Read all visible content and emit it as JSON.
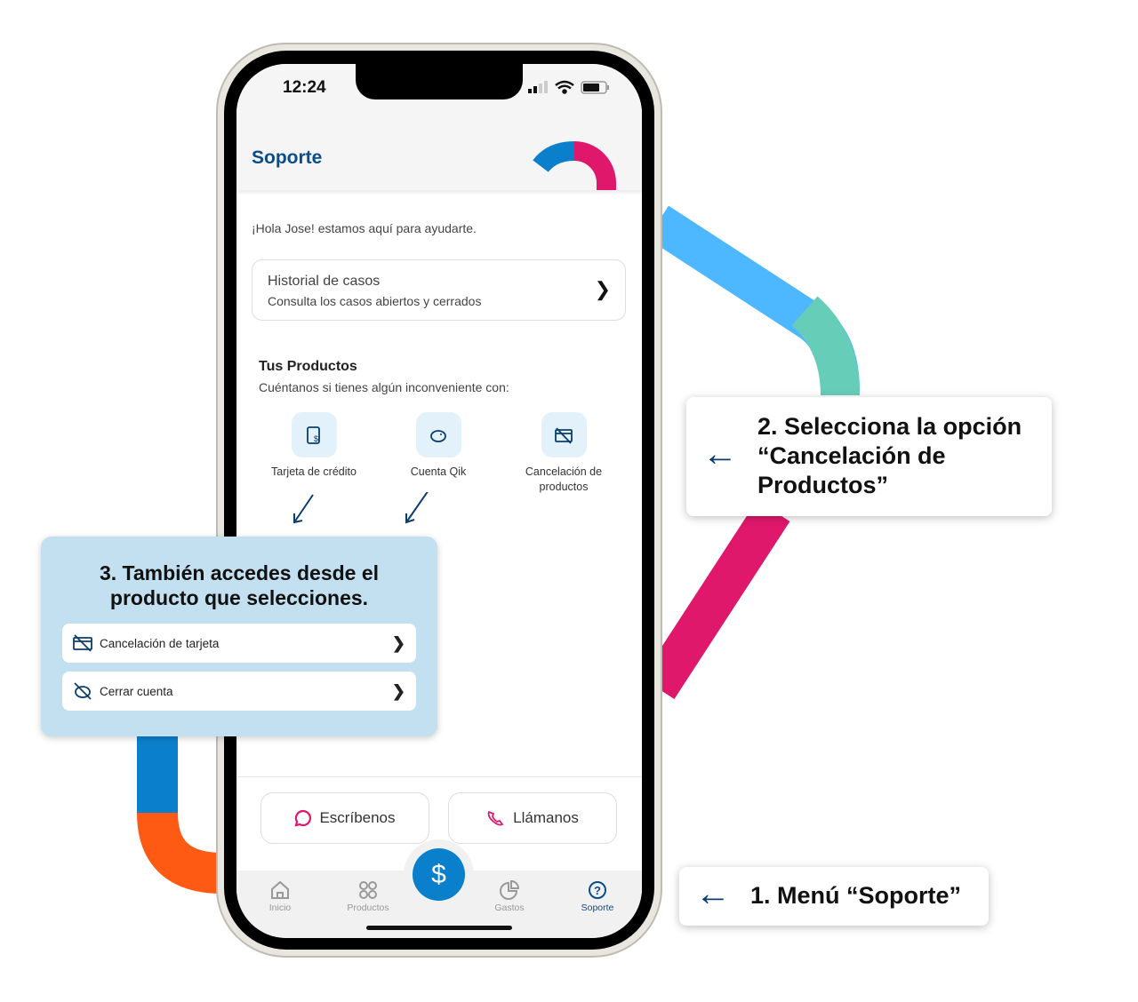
{
  "status_bar": {
    "time": "12:24"
  },
  "header": {
    "title": "Soporte"
  },
  "greeting": "¡Hola Jose! estamos aquí para ayudarte.",
  "history_card": {
    "title": "Historial de casos",
    "subtitle": "Consulta los casos abiertos y cerrados"
  },
  "products": {
    "title": "Tus Productos",
    "subtitle": "Cuéntanos si tienes algún inconveniente con:",
    "items": [
      {
        "label": "Tarjeta de crédito",
        "icon": "credit-card-icon"
      },
      {
        "label": "Cuenta Qik",
        "icon": "piggy-bank-icon"
      },
      {
        "label": "Cancelación de productos",
        "icon": "card-cancel-icon"
      }
    ]
  },
  "contact": {
    "write": "Escríbenos",
    "call": "Llámanos"
  },
  "nav": {
    "items": [
      "Inicio",
      "Productos",
      "Gastos",
      "Soporte"
    ],
    "fab_symbol": "$",
    "active": "Soporte"
  },
  "callouts": {
    "step2": "2. Selecciona la opción “Cancelación de Productos”",
    "step1": "1. Menú “Soporte”",
    "step3": {
      "title": "3. También accedes desde el producto que selecciones.",
      "options": [
        "Cancelación de tarjeta",
        "Cerrar cuenta"
      ]
    }
  },
  "colors": {
    "brand_blue": "#0b4d8c",
    "accent_blue": "#0a80cc",
    "pink": "#e0186c",
    "light_blue": "#4db8ff",
    "teal": "#66cdb8",
    "orange": "#ff5a14"
  }
}
